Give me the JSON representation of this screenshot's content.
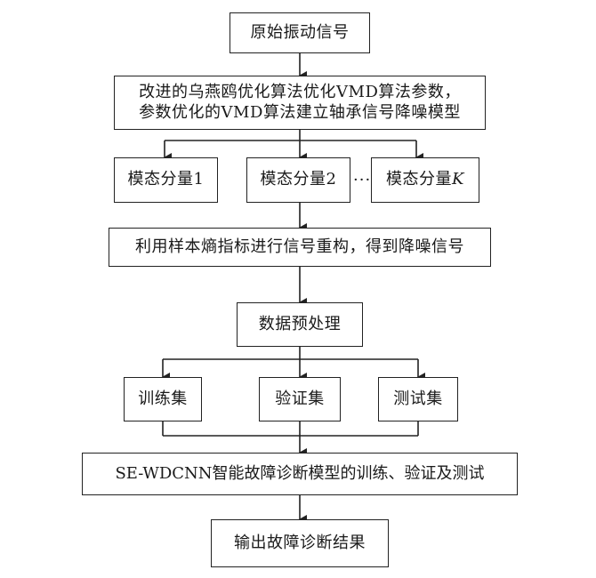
{
  "nodes": {
    "raw_signal": "原始振动信号",
    "optimize_line1": "改进的乌燕鸥优化算法优化VMD算法参数，",
    "optimize_line2": "参数优化的VMD算法建立轴承信号降噪模型",
    "mode_1": "模态分量1",
    "mode_2": "模态分量2",
    "mode_k_prefix": "模态分量",
    "mode_k_suffix": "K",
    "ellipsis": "···",
    "reconstruct": "利用样本熵指标进行信号重构，得到降噪信号",
    "preprocess": "数据预处理",
    "train_set": "训练集",
    "valid_set": "验证集",
    "test_set": "测试集",
    "model_train": "SE-WDCNN智能故障诊断模型的训练、验证及测试",
    "output": "输出故障诊断结果"
  }
}
